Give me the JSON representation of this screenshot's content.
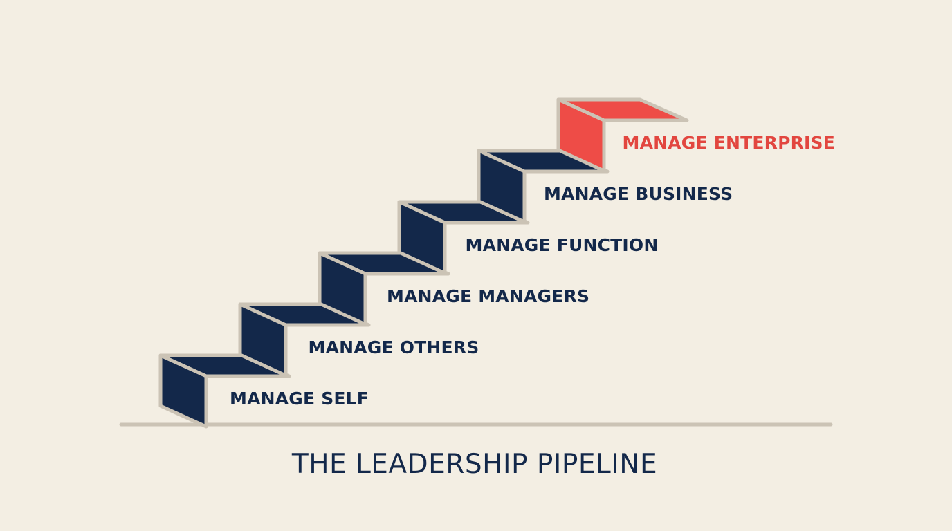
{
  "title": "THE LEADERSHIP PIPELINE",
  "colors": {
    "background": "#f3eee3",
    "step": "#13284a",
    "highlight": "#ee4c47",
    "outline": "#cbc3b5",
    "highlight_label": "#e2463f",
    "label": "#13284a"
  },
  "steps": [
    {
      "label": "MANAGE SELF",
      "highlight": false
    },
    {
      "label": "MANAGE OTHERS",
      "highlight": false
    },
    {
      "label": "MANAGE MANAGERS",
      "highlight": false
    },
    {
      "label": "MANAGE FUNCTION",
      "highlight": false
    },
    {
      "label": "MANAGE BUSINESS",
      "highlight": false
    },
    {
      "label": "MANAGE ENTERPRISE",
      "highlight": true
    }
  ]
}
